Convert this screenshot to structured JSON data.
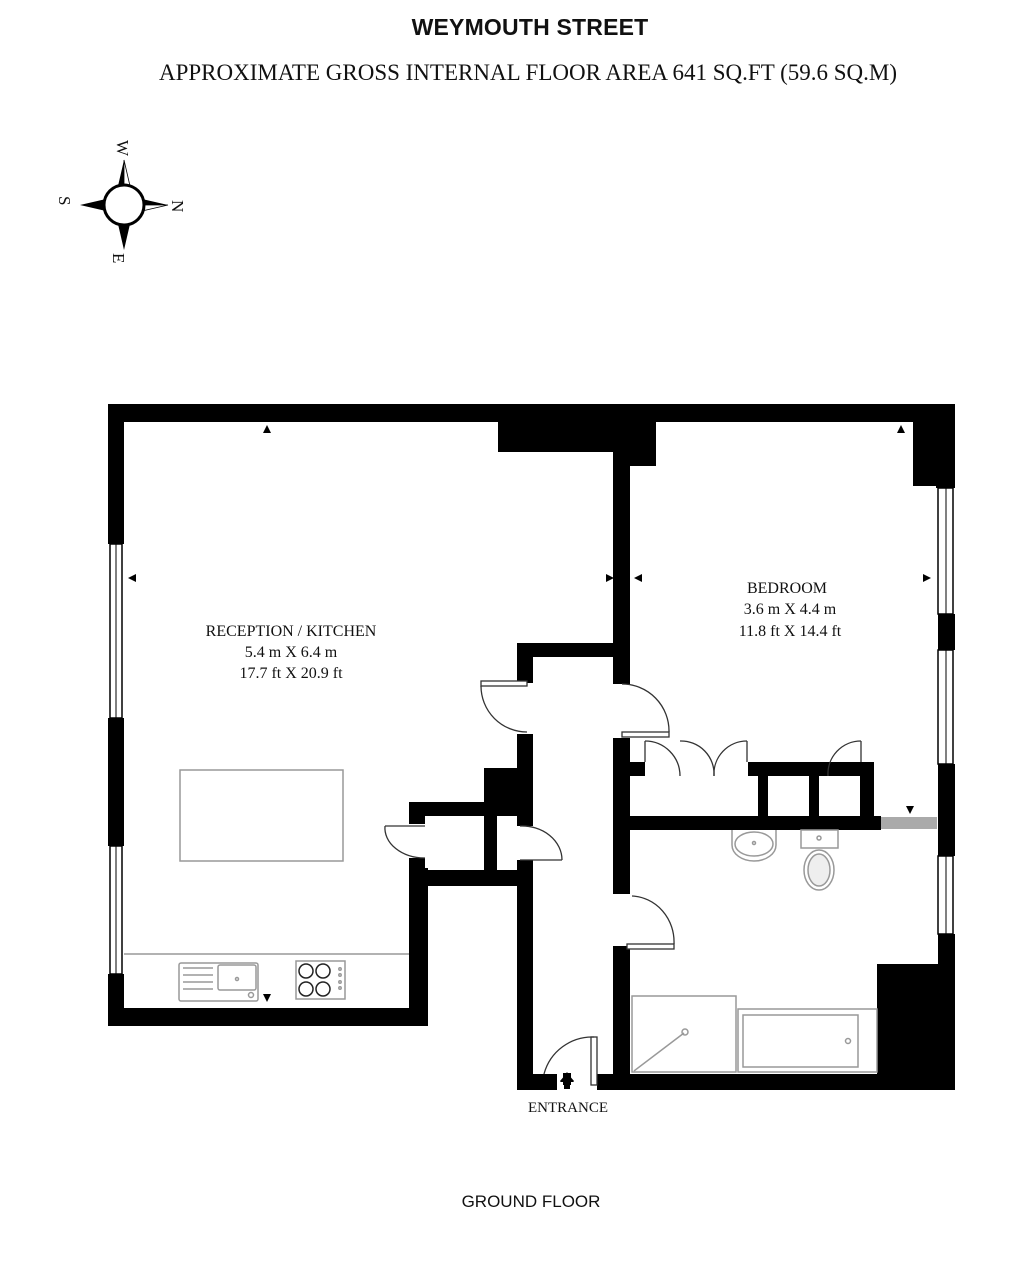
{
  "header": {
    "title": "WEYMOUTH STREET",
    "subtitle": "APPROXIMATE GROSS INTERNAL FLOOR AREA 641 SQ.FT (59.6 SQ.M)"
  },
  "compass": {
    "labels": {
      "top": "W",
      "right": "N",
      "bottom": "E",
      "left": "S"
    }
  },
  "rooms": [
    {
      "name": "RECEPTION / KITCHEN",
      "metric": "5.4 m X 6.4 m",
      "imperial": "17.7 ft X 20.9 ft"
    },
    {
      "name": "BEDROOM",
      "metric": "3.6 m X 4.4 m",
      "imperial": "11.8 ft X 14.4 ft"
    }
  ],
  "entrance": {
    "label": "ENTRANCE"
  },
  "footer": {
    "floor": "GROUND FLOOR"
  },
  "colors": {
    "wall": "#000000",
    "fixture": "#9a9a9a",
    "background": "#ffffff"
  }
}
